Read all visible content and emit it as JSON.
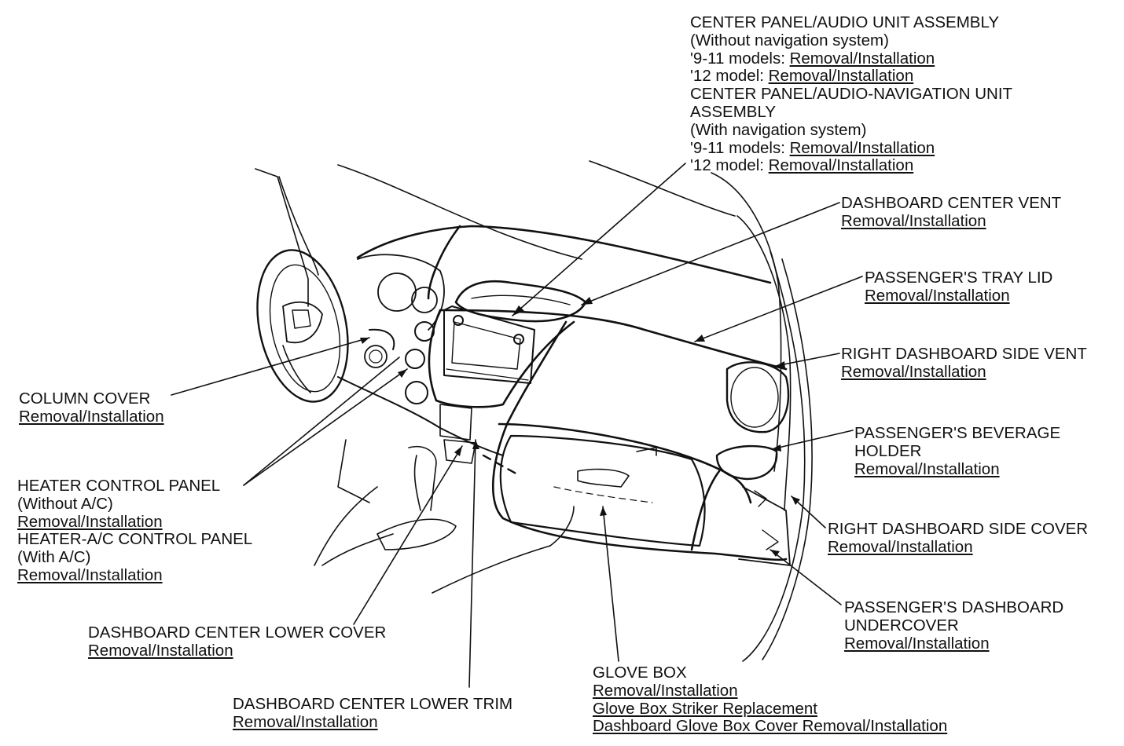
{
  "callouts": {
    "center_panel": {
      "l1": "CENTER PANEL/AUDIO UNIT ASSEMBLY",
      "l2": "(Without navigation system)",
      "l3_prefix": "'9-11 models: ",
      "l3_link": "Removal/Installation",
      "l4_prefix": "'12 model: ",
      "l4_link": "Removal/Installation",
      "l5": "CENTER PANEL/AUDIO-NAVIGATION UNIT",
      "l6": "ASSEMBLY",
      "l7": "(With navigation system)",
      "l8_prefix": "'9-11 models: ",
      "l8_link": "Removal/Installation",
      "l9_prefix": "'12 model: ",
      "l9_link": "Removal/Installation"
    },
    "center_vent": {
      "title": "DASHBOARD CENTER VENT",
      "link": "Removal/Installation"
    },
    "tray_lid": {
      "title": "PASSENGER'S TRAY LID",
      "link": "Removal/Installation"
    },
    "right_side_vent": {
      "title": "RIGHT DASHBOARD SIDE VENT",
      "link": "Removal/Installation"
    },
    "beverage_holder": {
      "l1": "PASSENGER'S BEVERAGE",
      "l2": "HOLDER",
      "link": "Removal/Installation"
    },
    "right_side_cover": {
      "title": "RIGHT DASHBOARD SIDE COVER",
      "link": "Removal/Installation"
    },
    "undercover": {
      "l1": "PASSENGER'S DASHBOARD",
      "l2": "UNDERCOVER",
      "link": "Removal/Installation"
    },
    "glove_box": {
      "title": "GLOVE BOX",
      "link1": "Removal/Installation",
      "link2": "Glove Box Striker Replacement",
      "link3": "Dashboard Glove Box Cover Removal/Installation"
    },
    "lower_trim": {
      "title": "DASHBOARD CENTER LOWER TRIM",
      "link": "Removal/Installation"
    },
    "lower_cover": {
      "title": "DASHBOARD CENTER LOWER COVER",
      "link": "Removal/Installation"
    },
    "heater": {
      "l1": "HEATER CONTROL PANEL",
      "l2": "(Without A/C)",
      "link1": "Removal/Installation",
      "l4": "HEATER-A/C CONTROL PANEL",
      "l5": "(With A/C)",
      "link2": "Removal/Installation"
    },
    "column_cover": {
      "title": "COLUMN COVER",
      "link": "Removal/Installation"
    }
  }
}
